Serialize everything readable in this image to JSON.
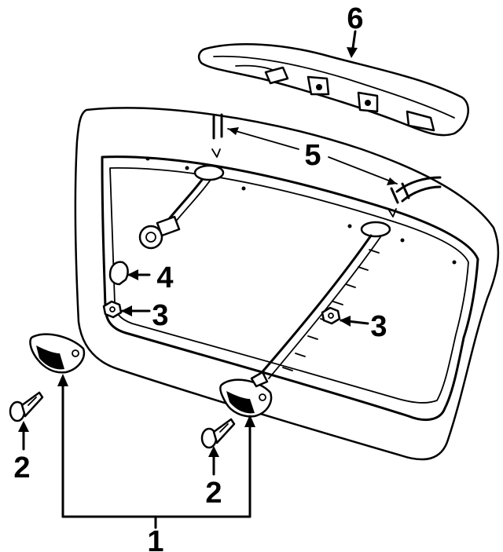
{
  "callouts": {
    "c1": "1",
    "c2a": "2",
    "c2b": "2",
    "c3a": "3",
    "c3b": "3",
    "c4": "4",
    "c5": "5",
    "c6": "6"
  }
}
